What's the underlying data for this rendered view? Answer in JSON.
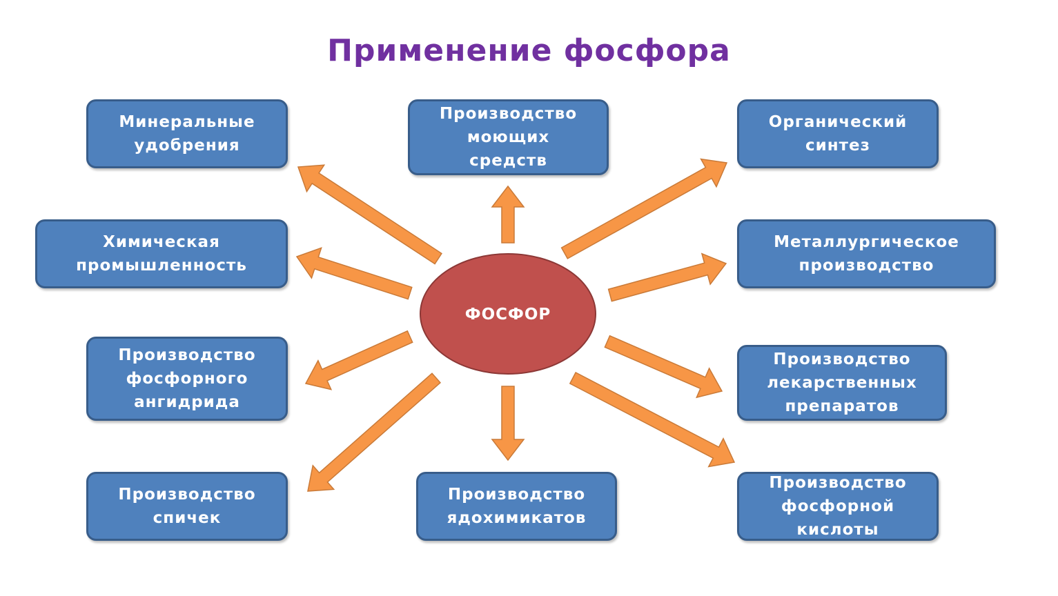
{
  "title": "Применение фосфора",
  "center": "ФОСФОР",
  "colors": {
    "title": "#7030a0",
    "box": "#4f81bd",
    "box_border": "#385d8a",
    "center": "#c0504d",
    "arrow": "#f79646"
  },
  "items": [
    {
      "id": "mineral",
      "label": "Минеральные\nудобрения"
    },
    {
      "id": "detergents",
      "label": "Производство\nмоющих\nсредств"
    },
    {
      "id": "organic",
      "label": "Органический\nсинтез"
    },
    {
      "id": "chemical",
      "label": "Химическая\nпромышленность"
    },
    {
      "id": "metallurgy",
      "label": "Металлургическое\nпроизводство"
    },
    {
      "id": "anhydride",
      "label": "Производство\nфосфорного\nангидрида"
    },
    {
      "id": "medicines",
      "label": "Производство\nлекарственных\nпрепаратов"
    },
    {
      "id": "matches",
      "label": "Производство\nспичек"
    },
    {
      "id": "pesticides",
      "label": "Производство\nядохимикатов"
    },
    {
      "id": "acid",
      "label": "Производство\nфосфорной\nкислоты"
    }
  ]
}
